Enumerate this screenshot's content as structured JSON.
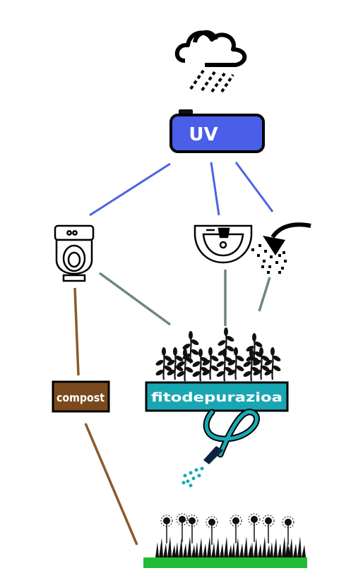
{
  "nodes": {
    "rain": {
      "icon": "rain-cloud-icon"
    },
    "uv": {
      "label": "UV",
      "fill": "#4a5ee8"
    },
    "toilet": {
      "icon": "toilet-icon"
    },
    "sink": {
      "icon": "sink-icon"
    },
    "shower": {
      "icon": "shower-icon"
    },
    "plants": {
      "icon": "plants-icon"
    },
    "compost": {
      "label": "compost",
      "fill": "#7a4a1e"
    },
    "fitodepurazione": {
      "label": "fitodepurazioa",
      "fill": "#19a6b3"
    },
    "hose": {
      "icon": "garden-hose-icon"
    },
    "meadow": {
      "icon": "meadow-flowers-icon",
      "ground": "#22bb33"
    }
  },
  "colors": {
    "clean_water": "#4a64e6",
    "grey_water": "#6c8585",
    "black_water": "#8a5a2b",
    "hose": "#17a9b7"
  }
}
